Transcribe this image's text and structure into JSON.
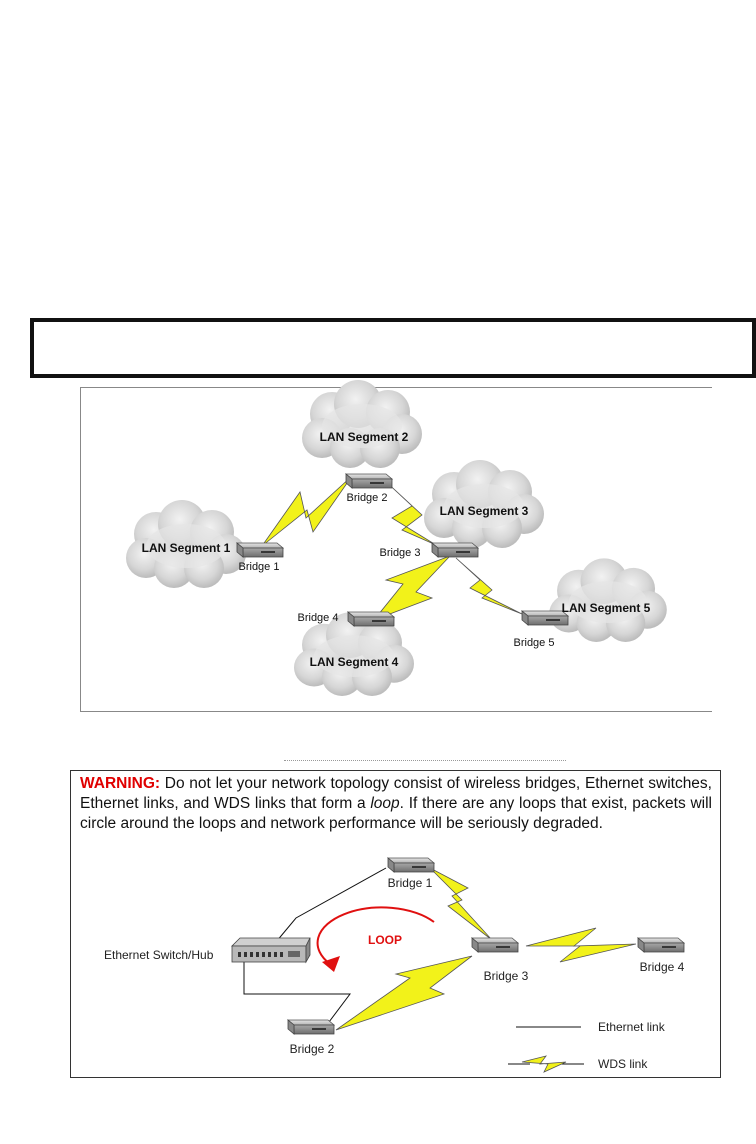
{
  "diagram1": {
    "clouds": [
      {
        "id": "seg1",
        "label": "LAN Segment 1"
      },
      {
        "id": "seg2",
        "label": "LAN Segment 2"
      },
      {
        "id": "seg3",
        "label": "LAN Segment 3"
      },
      {
        "id": "seg4",
        "label": "LAN Segment 4"
      },
      {
        "id": "seg5",
        "label": "LAN Segment 5"
      }
    ],
    "bridges": [
      {
        "id": "b1",
        "label": "Bridge 1"
      },
      {
        "id": "b2",
        "label": "Bridge 2"
      },
      {
        "id": "b3",
        "label": "Bridge 3"
      },
      {
        "id": "b4",
        "label": "Bridge 4"
      },
      {
        "id": "b5",
        "label": "Bridge 5"
      }
    ],
    "wds_links": [
      [
        "b1",
        "b2"
      ],
      [
        "b2",
        "b3"
      ],
      [
        "b3",
        "b4"
      ],
      [
        "b3",
        "b5"
      ]
    ]
  },
  "warning": {
    "prefix": "WARNING:",
    "text_before": " Do not let your network topology consist of wireless bridges, Ethernet switches, Ethernet links, and WDS links that form a ",
    "emphasis": "loop",
    "text_after": ". If there are any loops that exist, packets will circle around the loops and network performance will be seriously degraded."
  },
  "diagram2": {
    "switch_label": "Ethernet Switch/Hub",
    "loop_label": "LOOP",
    "bridges": [
      {
        "id": "b1",
        "label": "Bridge 1"
      },
      {
        "id": "b2",
        "label": "Bridge 2"
      },
      {
        "id": "b3",
        "label": "Bridge 3"
      },
      {
        "id": "b4",
        "label": "Bridge 4"
      }
    ],
    "legend": {
      "ethernet_label": "Ethernet link",
      "wds_label": "WDS link"
    },
    "colors": {
      "loop": "#e01010",
      "wds": "#f2f21a",
      "warning": "#e00000"
    }
  }
}
